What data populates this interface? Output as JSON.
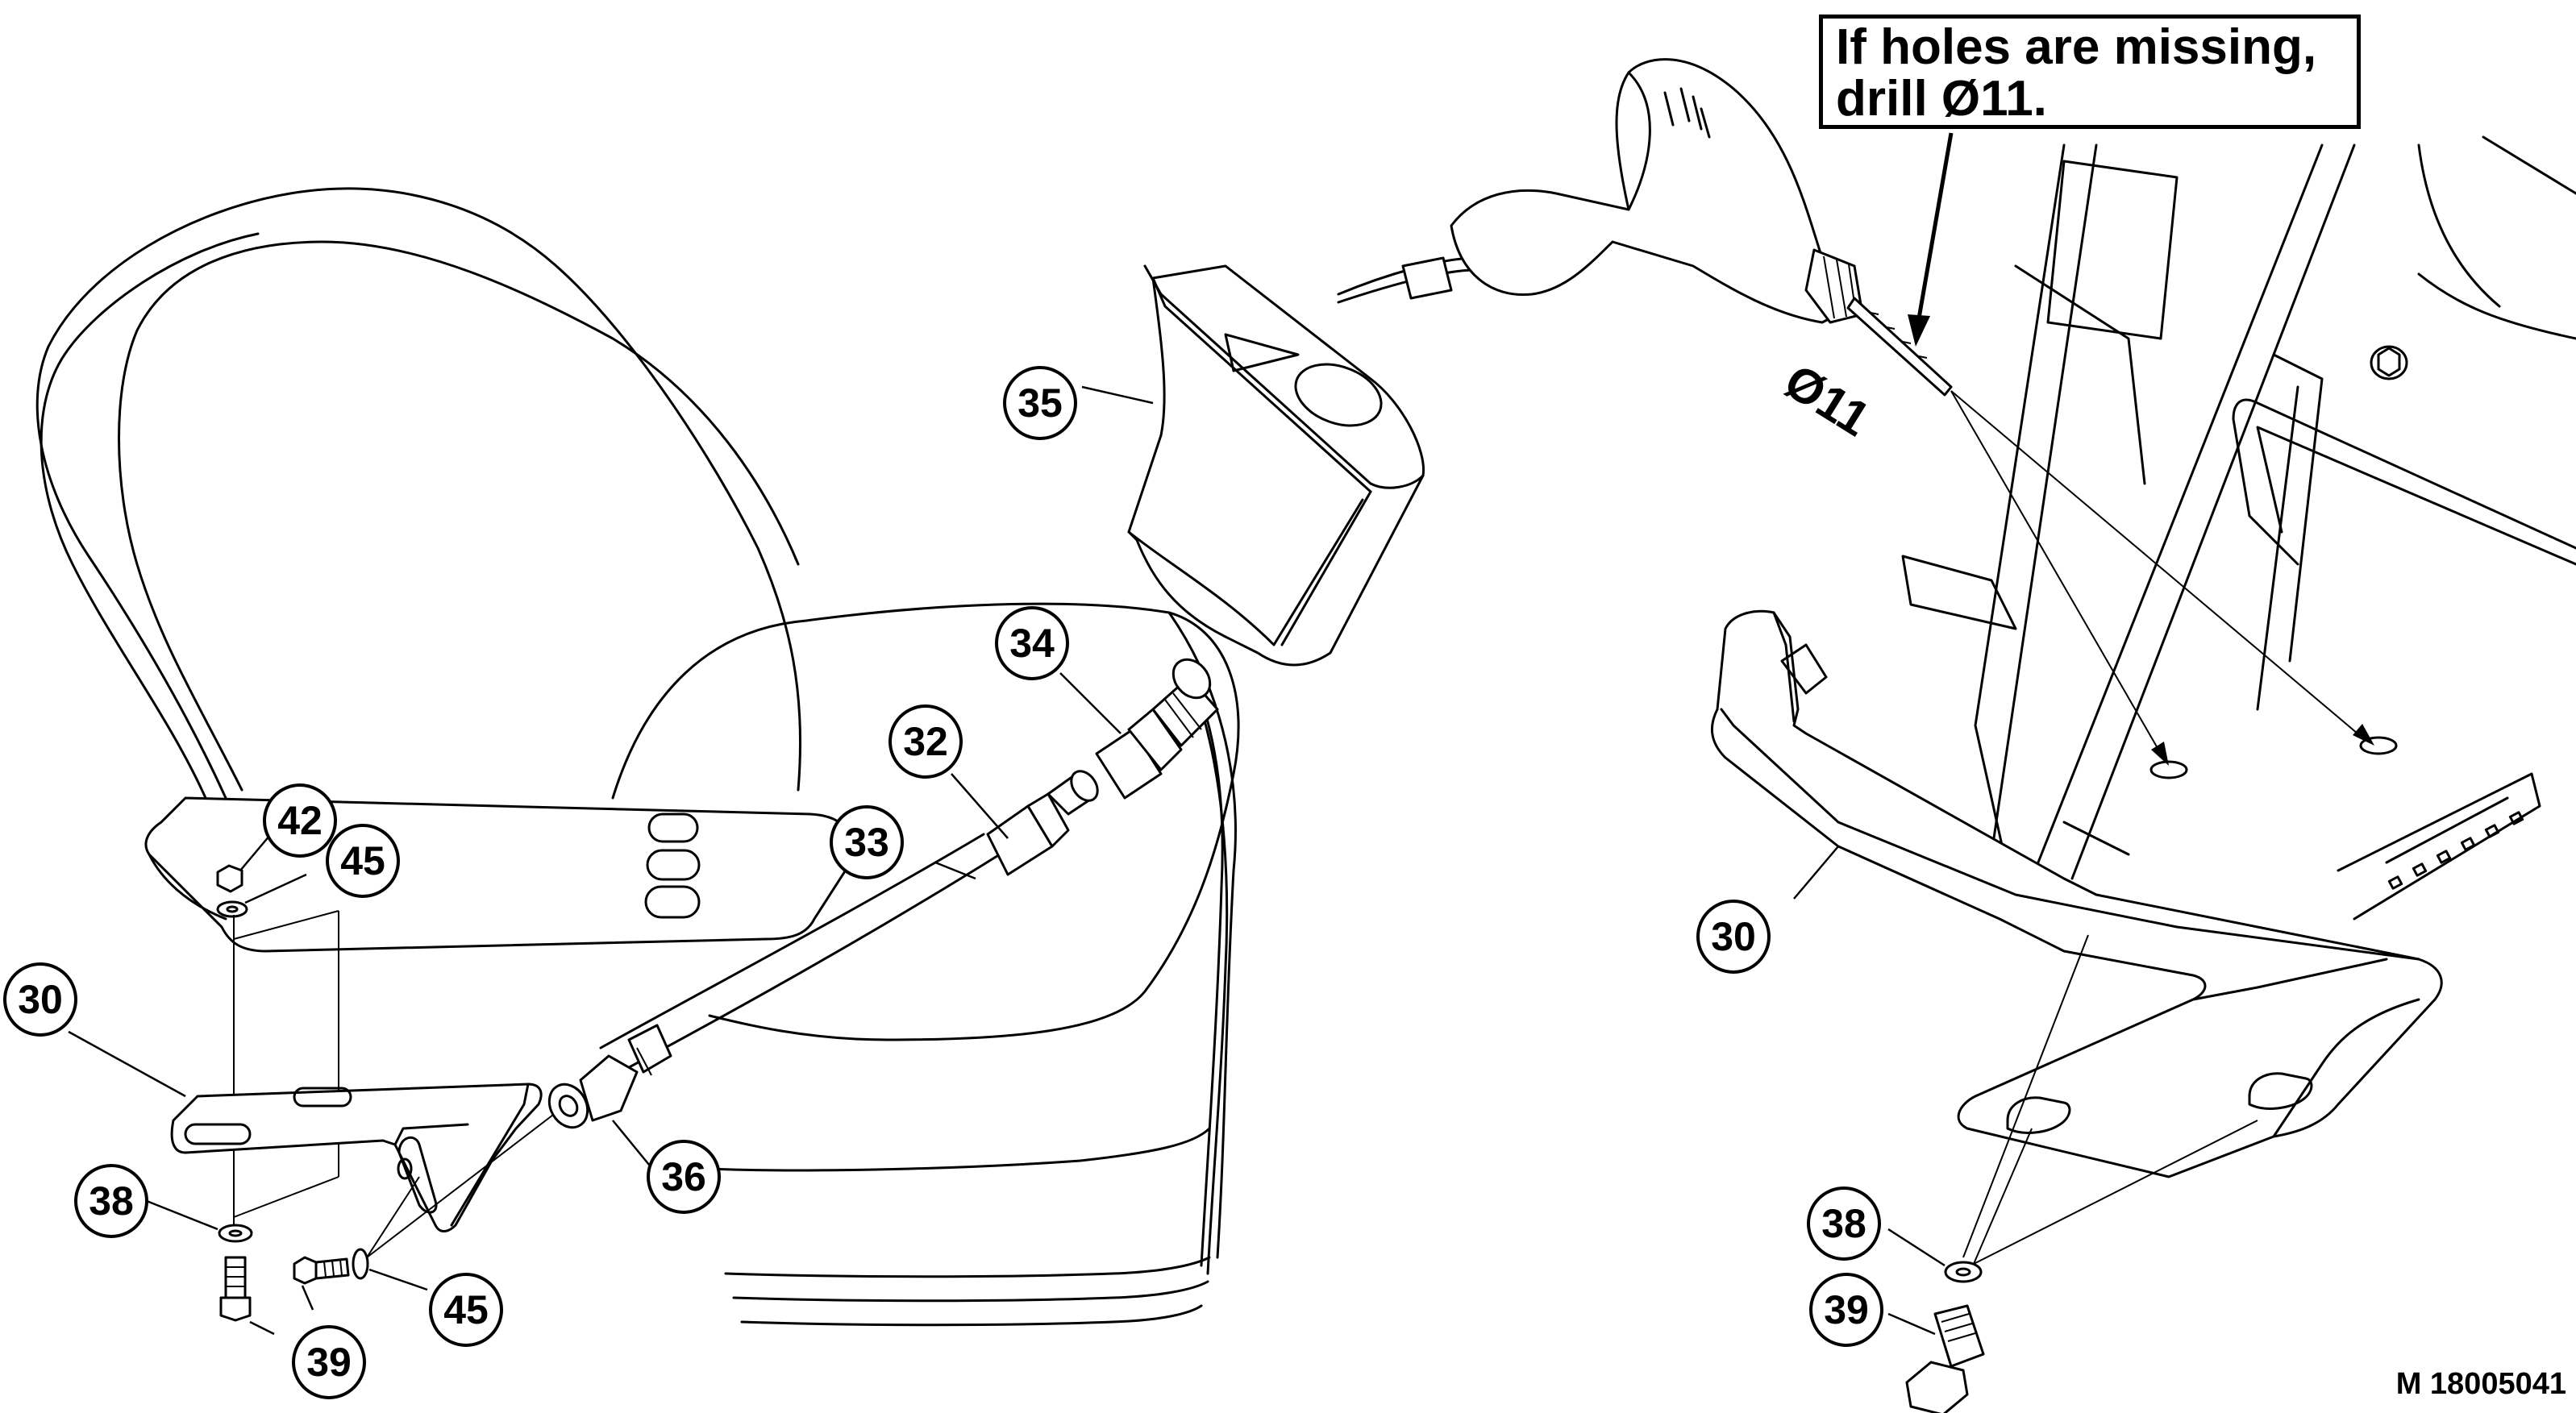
{
  "note": {
    "line1": "If holes are missing,",
    "line2": "drill Ø11."
  },
  "drill_size_label": "Ø11",
  "drawing_id": "M 18005041",
  "callouts": {
    "c42": "42",
    "c45a": "45",
    "c30a": "30",
    "c38a": "38",
    "c39a": "39",
    "c45b": "45",
    "c36": "36",
    "c33": "33",
    "c32": "32",
    "c34": "34",
    "c35": "35",
    "c30b": "30",
    "c38b": "38",
    "c39b": "39"
  }
}
